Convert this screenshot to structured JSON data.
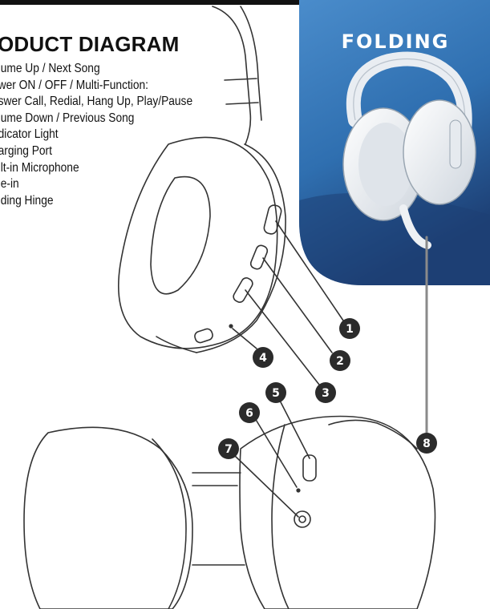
{
  "title": "RODUCT DIAGRAM",
  "features": [
    "olume Up / Next Song",
    "ower ON / OFF / Multi-Function:",
    "nswer Call, Redial, Hang Up, Play/Pause",
    "olume Down / Previous Song",
    "ndicator Light",
    "harging Port",
    "uilt-in Microphone",
    "ine-in",
    "olding Hinge"
  ],
  "folding_label": "FOLDING",
  "callouts": [
    "1",
    "2",
    "3",
    "4",
    "5",
    "6",
    "7",
    "8"
  ],
  "colors": {
    "panel_top": "#3a7fc1",
    "panel_bottom": "#1d3f74",
    "badge": "#2b2b2b",
    "line_art": "#333333"
  }
}
